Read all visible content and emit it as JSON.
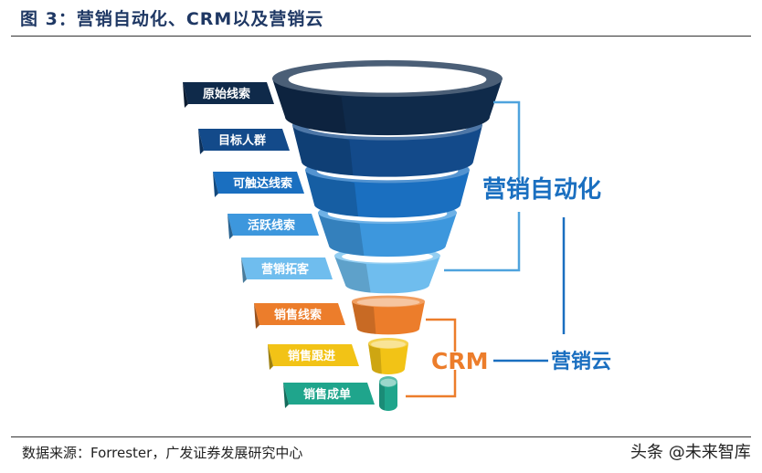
{
  "figure_title": "图 3：营销自动化、CRM以及营销云",
  "source_note": "数据来源：Forrester，广发证券发展研究中心",
  "watermark": "头条 @未来智库",
  "stages": [
    {
      "label": "原始线索",
      "color": "#0f2a4a"
    },
    {
      "label": "目标人群",
      "color": "#134a8a"
    },
    {
      "label": "可触达线索",
      "color": "#1a6fc0"
    },
    {
      "label": "活跃线索",
      "color": "#3d97dd"
    },
    {
      "label": "营销拓客",
      "color": "#6fbdee"
    },
    {
      "label": "销售线索",
      "color": "#ec7d2b"
    },
    {
      "label": "销售跟进",
      "color": "#f2c316"
    },
    {
      "label": "销售成单",
      "color": "#1fa58c"
    }
  ],
  "groups": {
    "marketing_automation": {
      "label": "营销自动化",
      "color": "#1a6fc0"
    },
    "crm": {
      "label": "CRM",
      "color": "#ec7d2b"
    },
    "marketing_cloud": {
      "label": "营销云",
      "color": "#1a6fc0"
    }
  },
  "bracket_colors": {
    "marketing": "#4fa3dd",
    "crm": "#ec7d2b",
    "cloud": "#1a6fc0"
  }
}
